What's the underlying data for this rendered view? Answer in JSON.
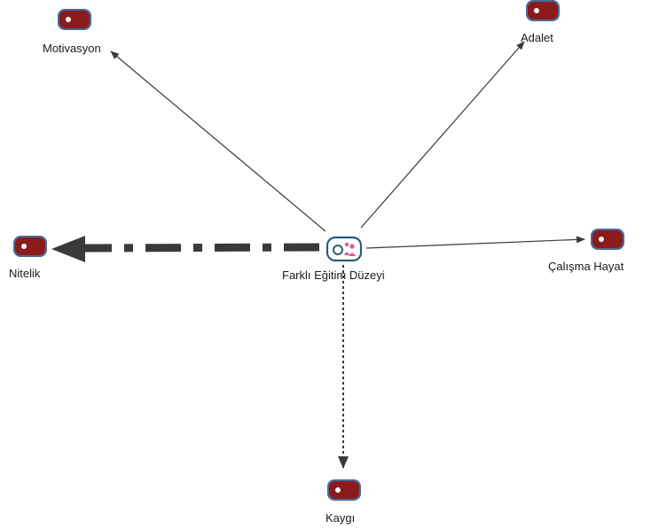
{
  "center": {
    "label": "Farklı Eğitim Düzeyi",
    "icon": "group-code-icon"
  },
  "nodes": {
    "motivasyon": "Motivasyon",
    "adalet": "Adalet",
    "nitelik": "Nitelik",
    "calisma": "Çalışma Hayat",
    "kaygi": "Kaygı"
  },
  "colors": {
    "code_tag": "#8b1a1a",
    "code_tag_border": "#4a6a9a",
    "edge": "#3a3a3a",
    "center_icon_border": "#2c5c78",
    "center_icon_accent": "#e0559a"
  },
  "edge_styles": {
    "motivasyon": "solid-thin",
    "adalet": "solid-thin",
    "calisma": "solid-thin",
    "nitelik": "dashed-thick",
    "kaygi": "dotted"
  }
}
